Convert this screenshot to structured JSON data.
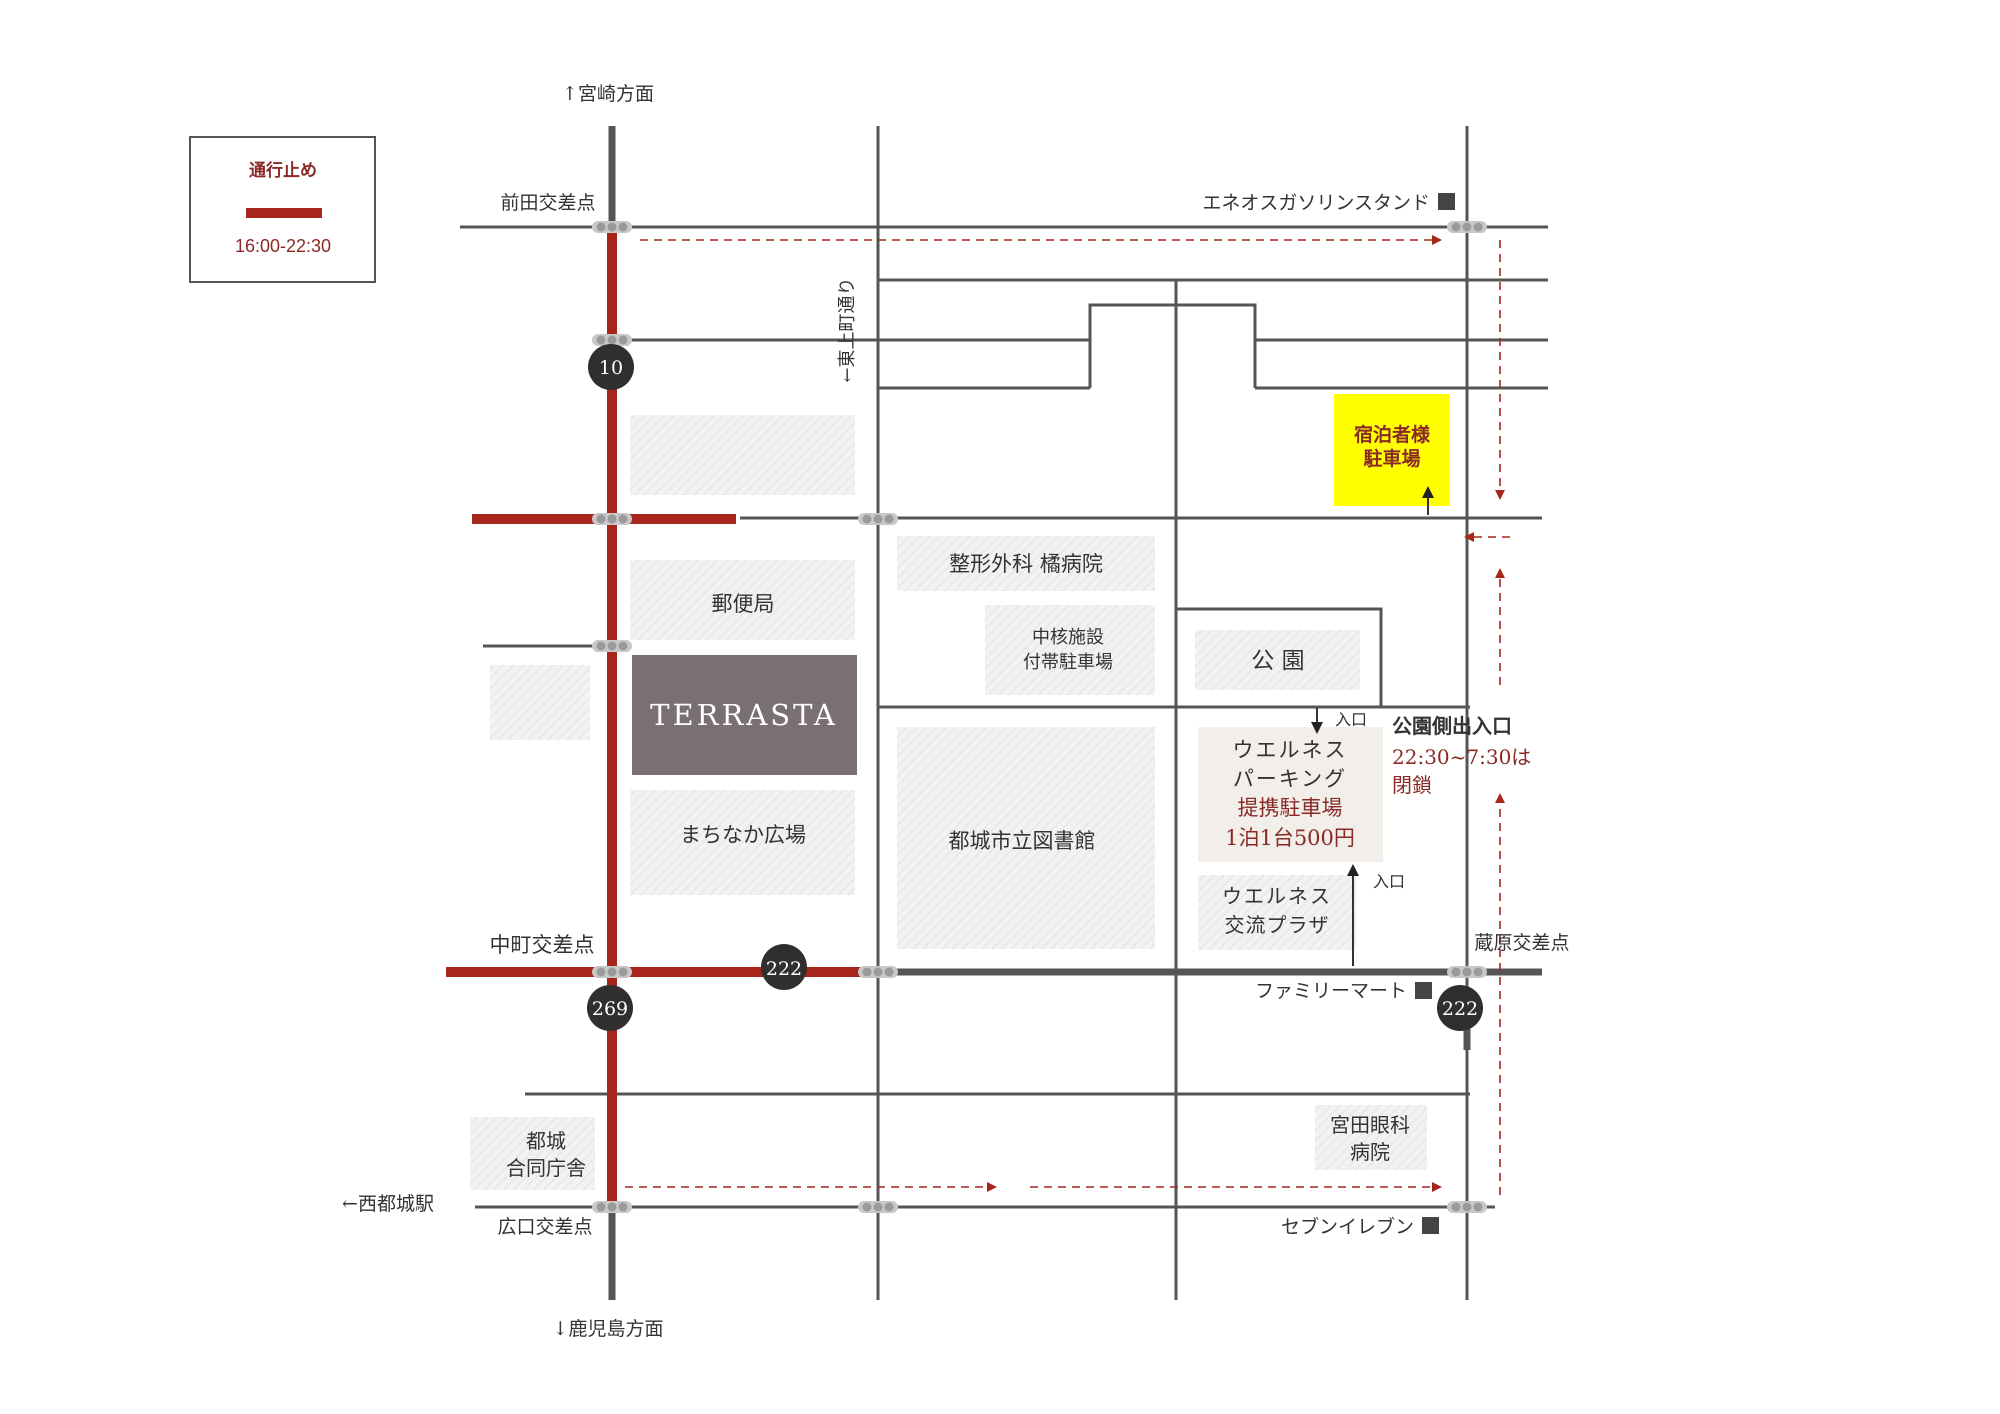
{
  "legend": {
    "title": "通行止め",
    "time": "16:00-22:30"
  },
  "directions": {
    "north": "↑宮崎方面",
    "south": "↓鹿児島方面",
    "west_station": "←西都城駅"
  },
  "intersections": {
    "maeda": "前田交差点",
    "nakamachi": "中町交差点",
    "kuraharu": "蔵原交差点",
    "hiroguchi": "広口交差点"
  },
  "stores": {
    "eneos": "エネオスガソリンスタンド",
    "familymart": "ファミリーマート",
    "seven": "セブンイレブン"
  },
  "street": "←東上町通り",
  "buildings": {
    "post_office": "郵便局",
    "hotel": "TERRASTA",
    "machinaka": "まちなか広場",
    "hospital": "整形外科 橘病院",
    "core_parking": [
      "中核施設",
      "付帯駐車場"
    ],
    "park": "公 園",
    "library": "都城市立図書館",
    "wellness_parking": [
      "ウエルネス",
      "パーキング"
    ],
    "partner_parking": "提携駐車場",
    "parking_fee": "1泊1台500円",
    "wellness_plaza": [
      "ウエルネス",
      "交流プラザ"
    ],
    "government": [
      "都城",
      "合同庁舎"
    ],
    "eye_clinic": [
      "宮田眼科",
      "病院"
    ],
    "guest_parking": [
      "宿泊者様",
      "駐車場"
    ]
  },
  "entrance": "入口",
  "park_gate": {
    "title": "公園側出入口",
    "hours": "22:30~7:30は",
    "closed": "閉鎖"
  },
  "routes": {
    "r10": "10",
    "r269": "269",
    "r222": "222"
  },
  "colors": {
    "closed_road": "#a6261c",
    "guest_parking": "#ffff00",
    "route_sign": "#2f2f2f",
    "hotel": "#7a6f74",
    "hatched_block": "#f0f0f0"
  }
}
